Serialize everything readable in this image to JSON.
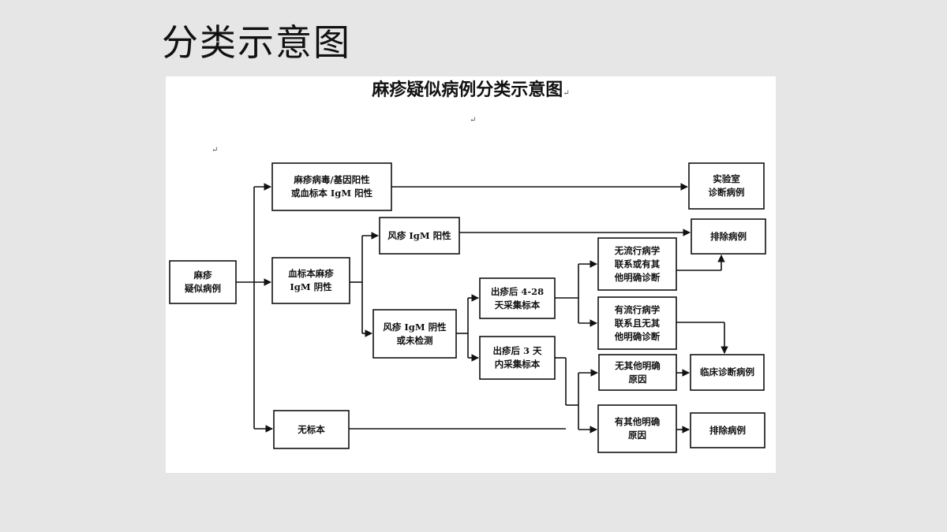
{
  "slide": {
    "title": "分类示意图"
  },
  "diagram": {
    "title": "麻疹疑似病例分类示意图",
    "para_mark": "↵",
    "boxes": {
      "suspected": "麻疹\n疑似病例",
      "measles_positive": "麻疹病毒/基因阳性\n或血标本 IgM 阳性",
      "measles_igm_negative": "血标本麻疹\nIgM 阴性",
      "no_specimen": "无标本",
      "rubella_positive": "风疹 IgM 阳性",
      "rubella_negative": "风疹 IgM 阴性\n或未检测",
      "rash_4_28": "出疹后 4-28\n天采集标本",
      "rash_3": "出疹后 3 天\n内采集标本",
      "no_epi_link": "无流行病学\n联系或有其\n他明确诊断",
      "has_epi_link": "有流行病学\n联系且无其\n他明确诊断",
      "no_other_cause": "无其他明确\n原因",
      "has_other_cause": "有其他明确\n原因",
      "lab_confirmed": "实验室\n诊断病例",
      "excluded_1": "排除病例",
      "clinical": "临床诊断病例",
      "excluded_2": "排除病例"
    }
  }
}
